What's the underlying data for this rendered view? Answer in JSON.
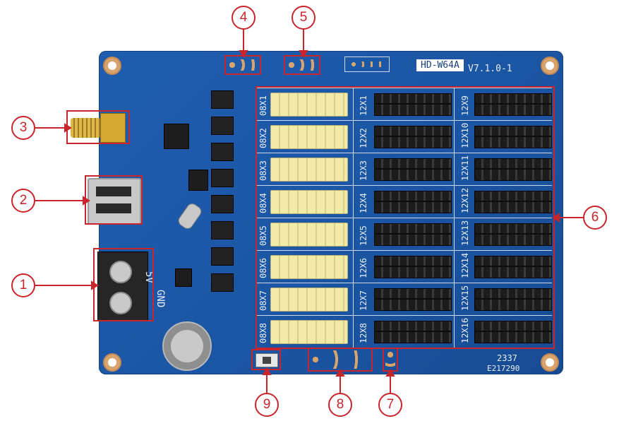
{
  "board": {
    "model": "HD-W64A",
    "version": "V7.1.0-1",
    "serial_a": "2337",
    "serial_b": "E217290",
    "power_labels": [
      "5V",
      "GND"
    ]
  },
  "ports_08x": [
    "08X1",
    "08X2",
    "08X3",
    "08X4",
    "08X5",
    "08X6",
    "08X7",
    "08X8"
  ],
  "ports_12x_left": [
    "12X1",
    "12X2",
    "12X3",
    "12X4",
    "12X5",
    "12X6",
    "12X7",
    "12X8"
  ],
  "ports_12x_right": [
    "12X9",
    "12X10",
    "12X11",
    "12X12",
    "12X13",
    "12X14",
    "12X15",
    "12X16"
  ],
  "callouts": [
    "1",
    "2",
    "3",
    "4",
    "5",
    "6",
    "7",
    "8",
    "9"
  ],
  "colors": {
    "board": "#1b56a4",
    "callout": "#c9252c",
    "header_yellow": "#f4eaa8"
  }
}
